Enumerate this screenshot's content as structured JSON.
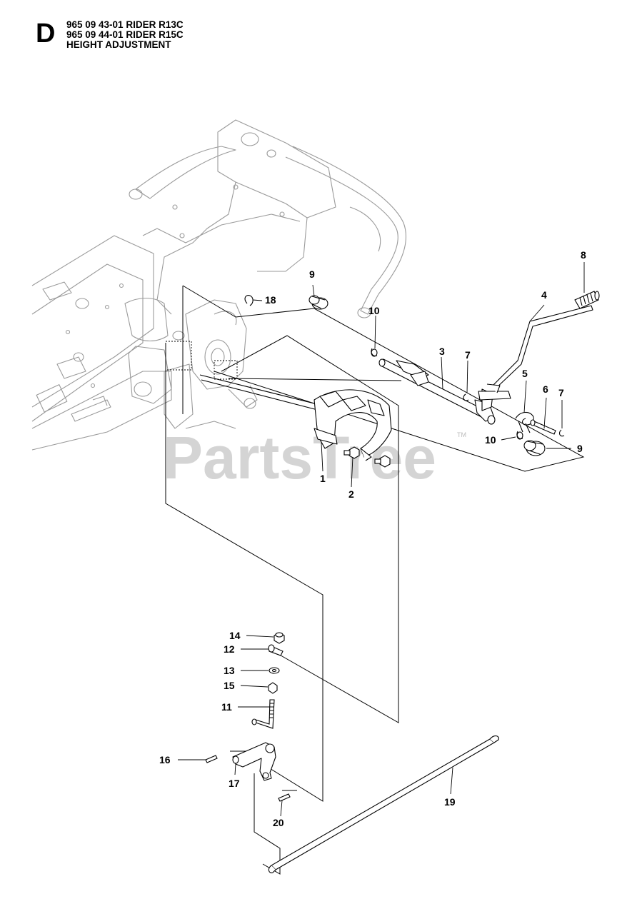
{
  "header": {
    "section_letter": "D",
    "lines": [
      "965 09 43-01 RIDER R13C",
      "965 09 44-01 RIDER R15C",
      "HEIGHT ADJUSTMENT"
    ]
  },
  "watermark": {
    "text": "PartsTree",
    "tm": "TM"
  },
  "callouts": [
    "1",
    "2",
    "3",
    "4",
    "5",
    "6",
    "7",
    "7",
    "8",
    "9",
    "9",
    "10",
    "10",
    "11",
    "12",
    "13",
    "14",
    "15",
    "16",
    "17",
    "18",
    "19",
    "20"
  ],
  "colors": {
    "line": "#000000",
    "ghost_frame": "#9a9a9a",
    "watermark": "#d4d4d4"
  }
}
